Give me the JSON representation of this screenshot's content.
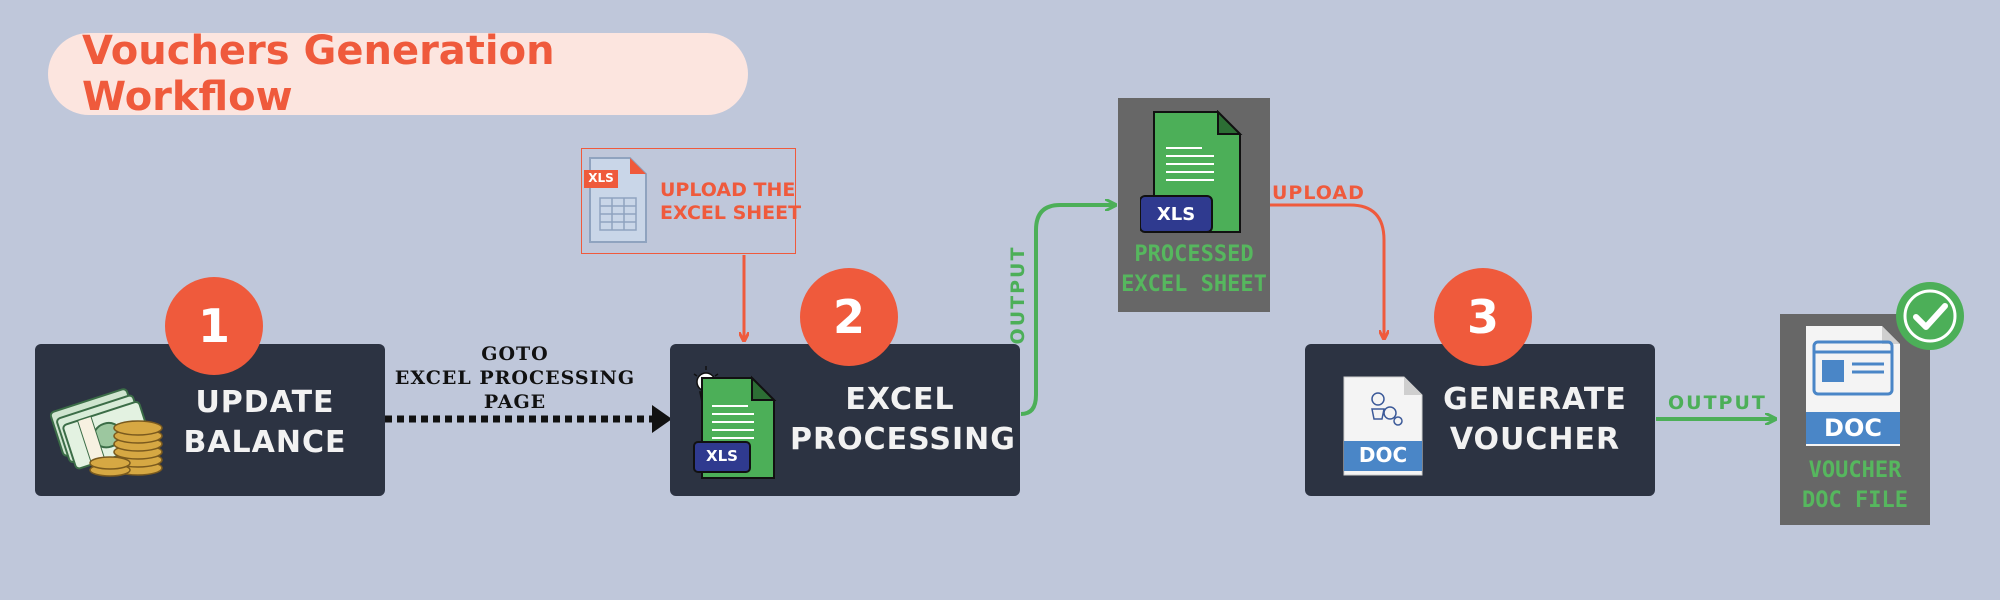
{
  "title": "Vouchers Generation Workflow",
  "steps": [
    {
      "number": "1",
      "label_line1": "UPDATE",
      "label_line2": "BALANCE",
      "icon": "money-stack-icon"
    },
    {
      "number": "2",
      "label_line1": "EXCEL",
      "label_line2": "PROCESSING",
      "icon": "xls-file-icon"
    },
    {
      "number": "3",
      "label_line1": "GENERATE",
      "label_line2": "VOUCHER",
      "icon": "doc-file-icon"
    }
  ],
  "upload_note": {
    "badge": "XLS",
    "line1": "UPLOAD THE",
    "line2": "EXCEL SHEET"
  },
  "goto_label": {
    "line1": "GOTO",
    "line2": "EXCEL PROCESSING",
    "line3": "PAGE"
  },
  "processed_card": {
    "badge": "XLS",
    "line1": "PROCESSED",
    "line2": "EXCEL SHEET"
  },
  "voucher_card": {
    "badge": "DOC",
    "line1": "VOUCHER",
    "line2": "DOC FILE"
  },
  "step2_icon_badge": "XLS",
  "step3_icon_badge": "DOC",
  "edge_labels": {
    "output_1": "OUTPUT",
    "upload": "UPLOAD",
    "output_2": "OUTPUT"
  },
  "colors": {
    "background": "#bfc7da",
    "accent": "#ef5a3c",
    "green": "#4caf58",
    "box": "#2c3342",
    "card": "#676767"
  }
}
